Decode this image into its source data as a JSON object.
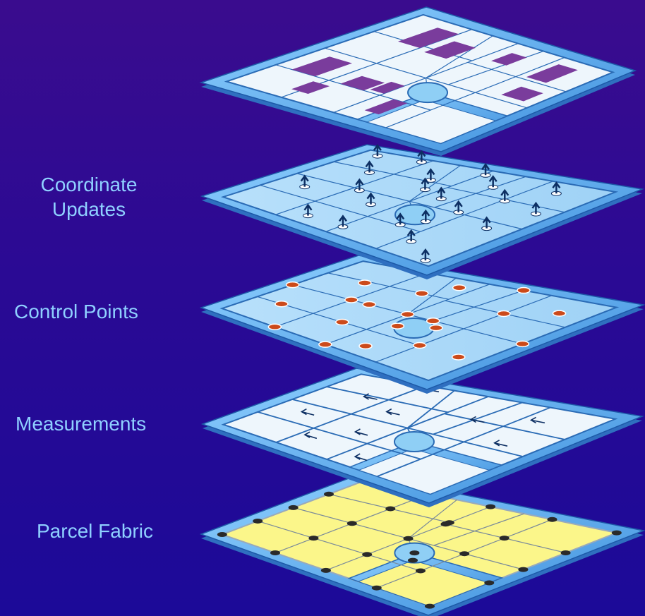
{
  "labels": {
    "coordinate_updates": [
      "Coordinate",
      "Updates"
    ],
    "control_points": "Control Points",
    "measurements": "Measurements",
    "parcel_fabric": "Parcel Fabric"
  },
  "colors": {
    "background_top": "#3a0c8e",
    "background_bottom": "#1c0a98",
    "label_text": "#8fd0ff",
    "plate_frame": "#4aa3e8",
    "parcel_fill": "#fbf68a",
    "building": "#7a3c9c",
    "control_point": "#cc4a1a",
    "node": "#2a2a2a",
    "arrow": "#0d2f63"
  },
  "layers": [
    {
      "id": "buildings",
      "kind": "buildings"
    },
    {
      "id": "coordinate-updates",
      "kind": "updates"
    },
    {
      "id": "control-points",
      "kind": "control"
    },
    {
      "id": "measurements",
      "kind": "measurements"
    },
    {
      "id": "parcel-fabric",
      "kind": "fabric"
    }
  ]
}
